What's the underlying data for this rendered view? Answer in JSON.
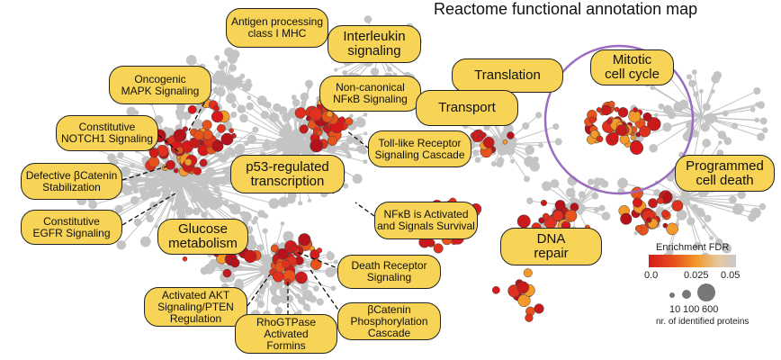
{
  "title": "Reactome functional annotation map",
  "labels": [
    {
      "id": "antigen",
      "text": "Antigen processing\nclass I MHC"
    },
    {
      "id": "interleukin",
      "text": "Interleukin\nsignaling"
    },
    {
      "id": "oncogenic",
      "text": "Oncogenic\nMAPK Signaling"
    },
    {
      "id": "noncanonical",
      "text": "Non-canonical\nNFκB Signaling"
    },
    {
      "id": "translation",
      "text": "Translation"
    },
    {
      "id": "transport",
      "text": "Transport"
    },
    {
      "id": "mitotic",
      "text": "Mitotic\ncell cycle"
    },
    {
      "id": "notch",
      "text": "Constitutive\nNOTCH1 Signaling"
    },
    {
      "id": "toll",
      "text": "Toll-like Receptor\nSignaling Cascade"
    },
    {
      "id": "catenin",
      "text": "Defective βCatenin\nStabilization"
    },
    {
      "id": "p53",
      "text": "p53-regulated\ntranscription"
    },
    {
      "id": "death",
      "text": "Programmed\ncell death"
    },
    {
      "id": "egfr",
      "text": "Constitutive\nEGFR Signaling"
    },
    {
      "id": "glucose",
      "text": "Glucose\nmetabolism"
    },
    {
      "id": "nfkb",
      "text": "NFκB is Activated\nand Signals Survival"
    },
    {
      "id": "dna",
      "text": "DNA\nrepair"
    },
    {
      "id": "deathrec",
      "text": "Death Receptor\nSignaling"
    },
    {
      "id": "akt",
      "text": "Activated AKT\nSignaling/PTEN\nRegulation"
    },
    {
      "id": "rho",
      "text": "RhoGTPase\nActivated\nFormins"
    },
    {
      "id": "bcatphos",
      "text": "βCatenin\nPhosphorylation\nCascade"
    }
  ],
  "legend": {
    "fdr_title": "Enrichment FDR",
    "fdr_ticks": [
      "0.0",
      "0.025",
      "0.05"
    ],
    "size_ticks": [
      "10",
      "100",
      "600"
    ],
    "size_title": "nr. of identified proteins"
  },
  "colors": {
    "label_fill": "#f7d356",
    "highlight_circle": "#9b6bbf",
    "node_gray": "#c4c4c4",
    "node_red": "#d7191c"
  }
}
